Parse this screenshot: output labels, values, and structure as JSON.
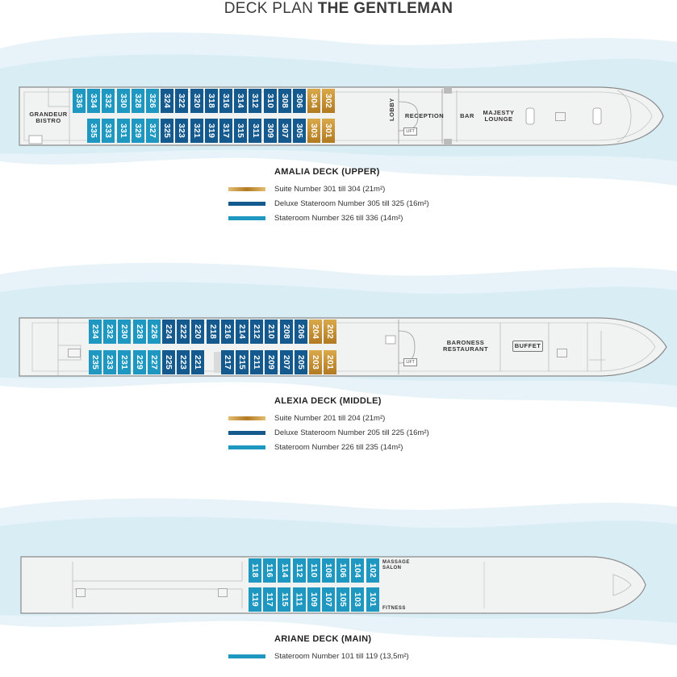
{
  "title": {
    "plain": "DECK PLAN",
    "bold": "THE GENTLEMAN"
  },
  "colors": {
    "suite": "#c28f33",
    "deluxe": "#155a8e",
    "stateroom": "#1e98c1",
    "hull": "#f1f2f2",
    "water": "#dbeef6"
  },
  "decks": {
    "amalia": {
      "heading": "AMALIA DECK (UPPER)",
      "legend": [
        {
          "kind": "suite",
          "text": "Suite Number 301 till 304 (21m²)"
        },
        {
          "kind": "deluxe",
          "text": "Deluxe Stateroom Number 305 till 325 (16m²)"
        },
        {
          "kind": "stateroom",
          "text": "Stateroom Number 326 till 336 (14m²)"
        }
      ],
      "top": [
        "336",
        "334",
        "332",
        "330",
        "328",
        "326",
        "324",
        "322",
        "320",
        "318",
        "316",
        "314",
        "312",
        "310",
        "308",
        "306",
        "304",
        "302"
      ],
      "bottom": [
        "335",
        "333",
        "331",
        "329",
        "327",
        "325",
        "323",
        "321",
        "319",
        "317",
        "315",
        "311",
        "309",
        "307",
        "305",
        "303",
        "301"
      ],
      "labels": {
        "bistro": "GRANDEUR BISTRO",
        "lobby": "LOBBY",
        "reception": "RECEPTION",
        "bar": "BAR",
        "lounge": "MAJESTY LOUNGE",
        "lift": "LIFT"
      }
    },
    "alexia": {
      "heading": "ALEXIA DECK (MIDDLE)",
      "legend": [
        {
          "kind": "suite",
          "text": "Suite Number 201 till 204 (21m²)"
        },
        {
          "kind": "deluxe",
          "text": "Deluxe Stateroom Number 205 till 225 (16m²)"
        },
        {
          "kind": "stateroom",
          "text": "Stateroom Number 226 till 235 (14m²)"
        }
      ],
      "top": [
        "234",
        "232",
        "230",
        "228",
        "226",
        "224",
        "222",
        "220",
        "218",
        "216",
        "214",
        "212",
        "210",
        "208",
        "206",
        "204",
        "202"
      ],
      "bottom": [
        "235",
        "233",
        "231",
        "229",
        "227",
        "225",
        "223",
        "221",
        "",
        "217",
        "215",
        "211",
        "209",
        "207",
        "205",
        "203",
        "201"
      ],
      "labels": {
        "restaurant": "BARONESS RESTAURANT",
        "buffet": "BUFFET",
        "lift": "LIFT"
      }
    },
    "ariane": {
      "heading": "ARIANE DECK (MAIN)",
      "legend": [
        {
          "kind": "stateroom",
          "text": "Stateroom Number 101 till 119 (13,5m²)"
        }
      ],
      "top": [
        "118",
        "116",
        "114",
        "112",
        "110",
        "108",
        "106",
        "104",
        "102"
      ],
      "bottom": [
        "119",
        "117",
        "115",
        "111",
        "109",
        "107",
        "105",
        "103",
        "101"
      ],
      "labels": {
        "massage": "MASSAGE SALON",
        "fitness": "FITNESS"
      }
    }
  }
}
